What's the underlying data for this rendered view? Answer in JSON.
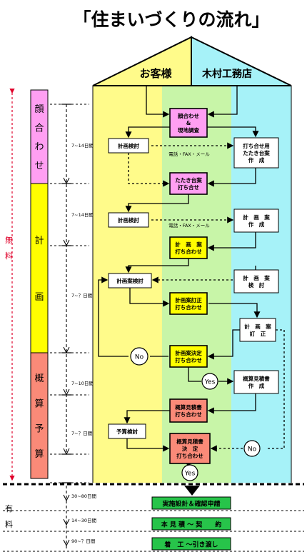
{
  "title": "「住まいづくりの流れ」",
  "colors": {
    "client": "#fffb8a",
    "shared": "#c8f5a8",
    "builder": "#a6f2f8",
    "pink": "#ff9ff2",
    "yellow": "#fffe00",
    "salmon": "#fa8a78",
    "green": "#27c44a",
    "free": "#e0002a"
  },
  "header": {
    "client": "お客様",
    "builder": "木村工務店"
  },
  "phases": [
    {
      "label": "顔合わせ",
      "color": "pink"
    },
    {
      "label": "計画",
      "color": "yellow"
    },
    {
      "label": "概算予算",
      "color": "salmon"
    }
  ],
  "free_label": "無料",
  "paid_label": "有料",
  "durations": [
    "7~14日間",
    "7~14日間",
    "7~？日間",
    "7~10日間",
    "7~？日間",
    "30~80日間",
    "14~30日間",
    "90~？日間"
  ],
  "contact_note": "電話・FAX・メール",
  "nodes": {
    "meet": [
      "顔合わせ",
      "&",
      "現地調査"
    ],
    "plan1": [
      "計画検討"
    ],
    "draft": [
      "打ち合せ用",
      "たたき台案",
      "作　成"
    ],
    "draftmeet": [
      "たたき台案",
      "打ち合せ"
    ],
    "plan2": [
      "計画検討"
    ],
    "makeplan": [
      "計　画　案",
      "作　成"
    ],
    "planmeet": [
      "計　画　案",
      "打ち合わせ"
    ],
    "planreview": [
      "計画案検討"
    ],
    "planexam": [
      "計　画　案",
      "検　討"
    ],
    "fixmeet": [
      "計画案訂正",
      "打ち合わせ"
    ],
    "fix": [
      "計　画　案",
      "訂　正"
    ],
    "decide": [
      "計画案決定",
      "打ち合わせ"
    ],
    "estimate": [
      "概算見積書",
      "作　成"
    ],
    "estmeet": [
      "概算見積書",
      "打ち合わせ"
    ],
    "budget": [
      "予算検討"
    ],
    "finalmeet": [
      "概算見積書",
      "決　定",
      "打ち合わせ"
    ]
  },
  "decisions": {
    "no1": "No",
    "yes1": "Yes",
    "no2": "No",
    "yes2": "Yes"
  },
  "final_steps": [
    "実施設計＆確認申請",
    "本 見 積 ～ 契　　約",
    "着　工 ～引き渡し"
  ]
}
